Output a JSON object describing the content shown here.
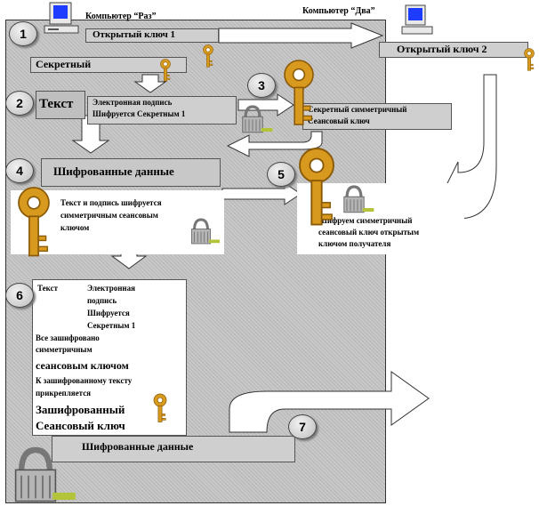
{
  "computers": {
    "raz_label": "Компьютер “Раз”",
    "dva_label": "Компьютер “Два”"
  },
  "steps": [
    "1",
    "2",
    "3",
    "4",
    "5",
    "6",
    "7"
  ],
  "keys": {
    "public_key_1": "Открытый ключ 1",
    "public_key_2": "Открытый ключ 2",
    "secret": "Секретный"
  },
  "step2": {
    "text": "Текст",
    "signature_line1": "Электронная подпись",
    "signature_line2": "Шифруется Секретным 1"
  },
  "step3": {
    "line1": "Секретный симметричный",
    "line2": "Сеансовый ключ"
  },
  "step4": {
    "encrypted": "Шифрованные данные"
  },
  "sym_note": {
    "line1": "Текст и подпись шифруется",
    "line2": "симметричным сеансовым",
    "line3": "ключом"
  },
  "step5": {
    "line1": "Шифруем симметричный",
    "line2": "сеансовый ключ открытым",
    "line3": "ключом получателя"
  },
  "step6": {
    "text": "Текст",
    "sig1": "Электронная",
    "sig2": "подпись",
    "sig3": "Шифруется",
    "sig4": "Секретным 1",
    "all1": "Все зашифровано",
    "all2": "симметричным",
    "all3": "сеансовым ключом",
    "att1": "К зашифрованному тексту",
    "att2": "прикрепляется",
    "enc1": "Зашифрованный",
    "enc2": "Сеансовый ключ"
  },
  "bottom": {
    "encrypted": "Шифрованные данные"
  },
  "colors": {
    "key_gold": "#d79a1e",
    "panel_gray": "#c8c8c8",
    "box_gray": "#cfcfcf",
    "monitor_blue": "#1e3cff"
  },
  "icons": [
    "computer-icon",
    "key-icon",
    "padlock-icon",
    "arrow-icon"
  ]
}
